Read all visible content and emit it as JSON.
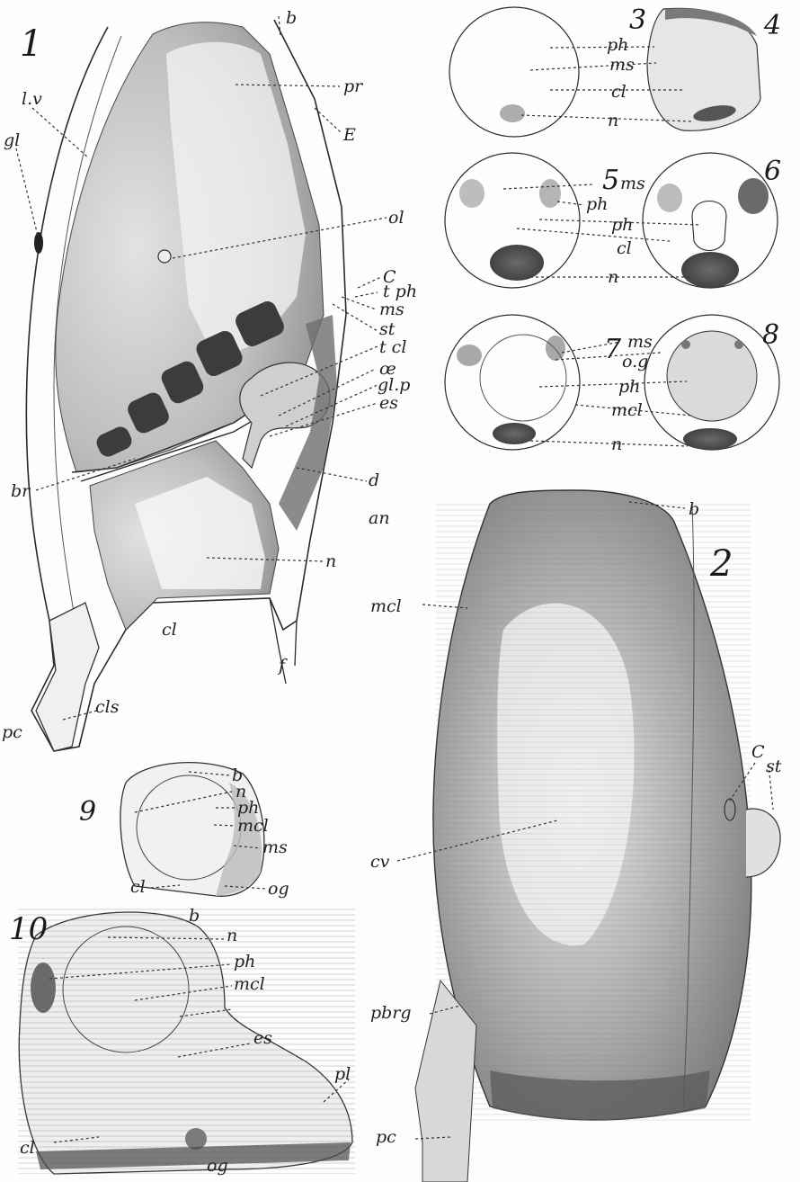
{
  "figures": {
    "f1": {
      "number": "1"
    },
    "f2": {
      "number": "2"
    },
    "f3": {
      "number": "3"
    },
    "f4": {
      "number": "4"
    },
    "f5": {
      "number": "5"
    },
    "f6": {
      "number": "6"
    },
    "f7": {
      "number": "7"
    },
    "f8": {
      "number": "8"
    },
    "f9": {
      "number": "9"
    },
    "f10": {
      "number": "10"
    }
  },
  "labels": {
    "f1": {
      "b": "b",
      "pr": "pr",
      "E": "E",
      "lv": "l.v",
      "gl": "gl",
      "ol": "ol",
      "C": "C",
      "tph": "t ph",
      "ms": "ms",
      "st": "st",
      "tcl": "t cl",
      "oe": "œ",
      "glp": "gl.p",
      "es": "es",
      "d": "d",
      "an": "an",
      "n": "n",
      "br": "br",
      "cl": "cl",
      "f": "f",
      "cls": "cls",
      "pc": "pc"
    },
    "f2": {
      "b": "b",
      "mcl": "mcl",
      "C": "C",
      "st": "st",
      "cv": "cv",
      "pbrg": "pbrg",
      "pc": "pc"
    },
    "f34": {
      "ph": "ph",
      "ms": "ms",
      "cl": "cl",
      "n": "n"
    },
    "f56": {
      "ms": "ms",
      "ph1": "ph",
      "ph2": "ph",
      "cl": "cl",
      "n": "n"
    },
    "f78": {
      "ms": "ms",
      "og": "o.g",
      "ph": "ph",
      "mcl": "mcl",
      "n": "n"
    },
    "f9": {
      "b": "b",
      "n": "n",
      "ph": "ph",
      "mcl": "mcl",
      "ms": "ms",
      "cl": "cl",
      "og": "og"
    },
    "f10": {
      "b": "b",
      "n": "n",
      "ph": "ph",
      "mcl": "mcl",
      "es": "es",
      "pl": "pl",
      "cl": "cl",
      "og": "og"
    }
  }
}
